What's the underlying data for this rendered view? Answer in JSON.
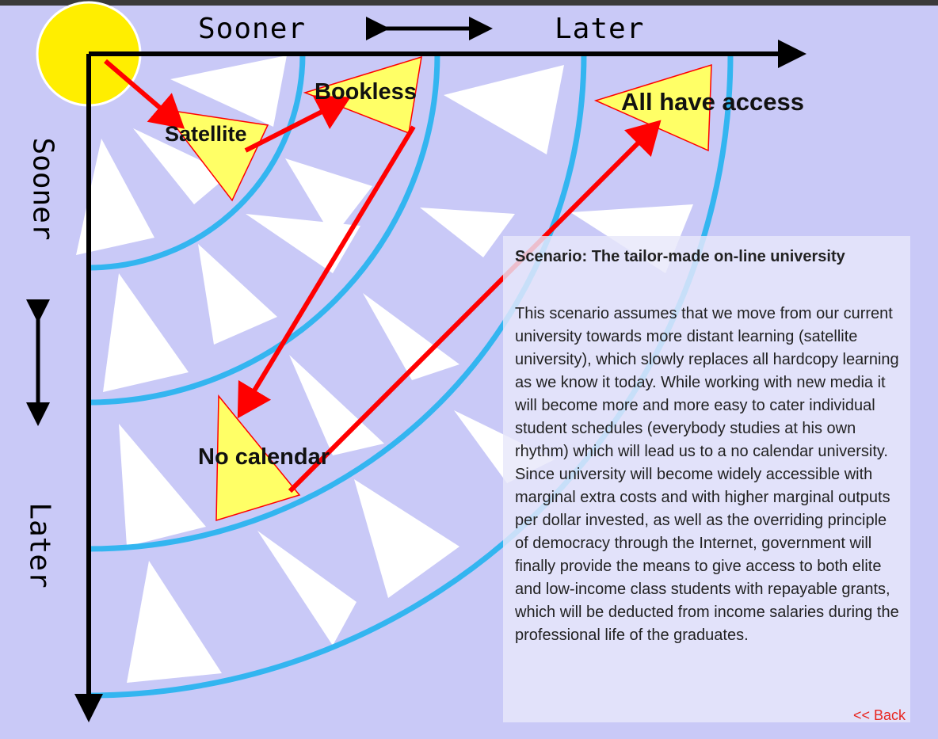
{
  "axes": {
    "top_sooner": "Sooner",
    "top_later": "Later",
    "left_sooner": "Sooner",
    "left_later": "Later"
  },
  "milestones": {
    "satellite": "Satellite",
    "bookless": "Bookless",
    "all_access": "All have access",
    "no_calendar": "No calendar"
  },
  "panel": {
    "title": "Scenario: The tailor-made on-line university",
    "body": "This scenario assumes that we move from our current university towards more distant learning (satellite university), which slowly replaces all hardcopy learning as we know it today. While working with new media it will become more and more easy to cater individual student schedules (everybody studies at his own rhythm) which will lead us to a no calendar university. Since university will become widely accessible with marginal extra costs and with higher marginal outputs per dollar invested, as well as the overriding principle of democracy through the Internet, government will finally provide the means to give access to both elite and low-income class students with repayable grants, which will be deducted from income salaries during the professional life of the graduates."
  },
  "back_link": "<< Back",
  "colors": {
    "background": "#c9c9f7",
    "arc": "#33b5f0",
    "arrow": "#ff0000",
    "milestone_fill": "#ffff66",
    "sun": "#ffee00"
  }
}
